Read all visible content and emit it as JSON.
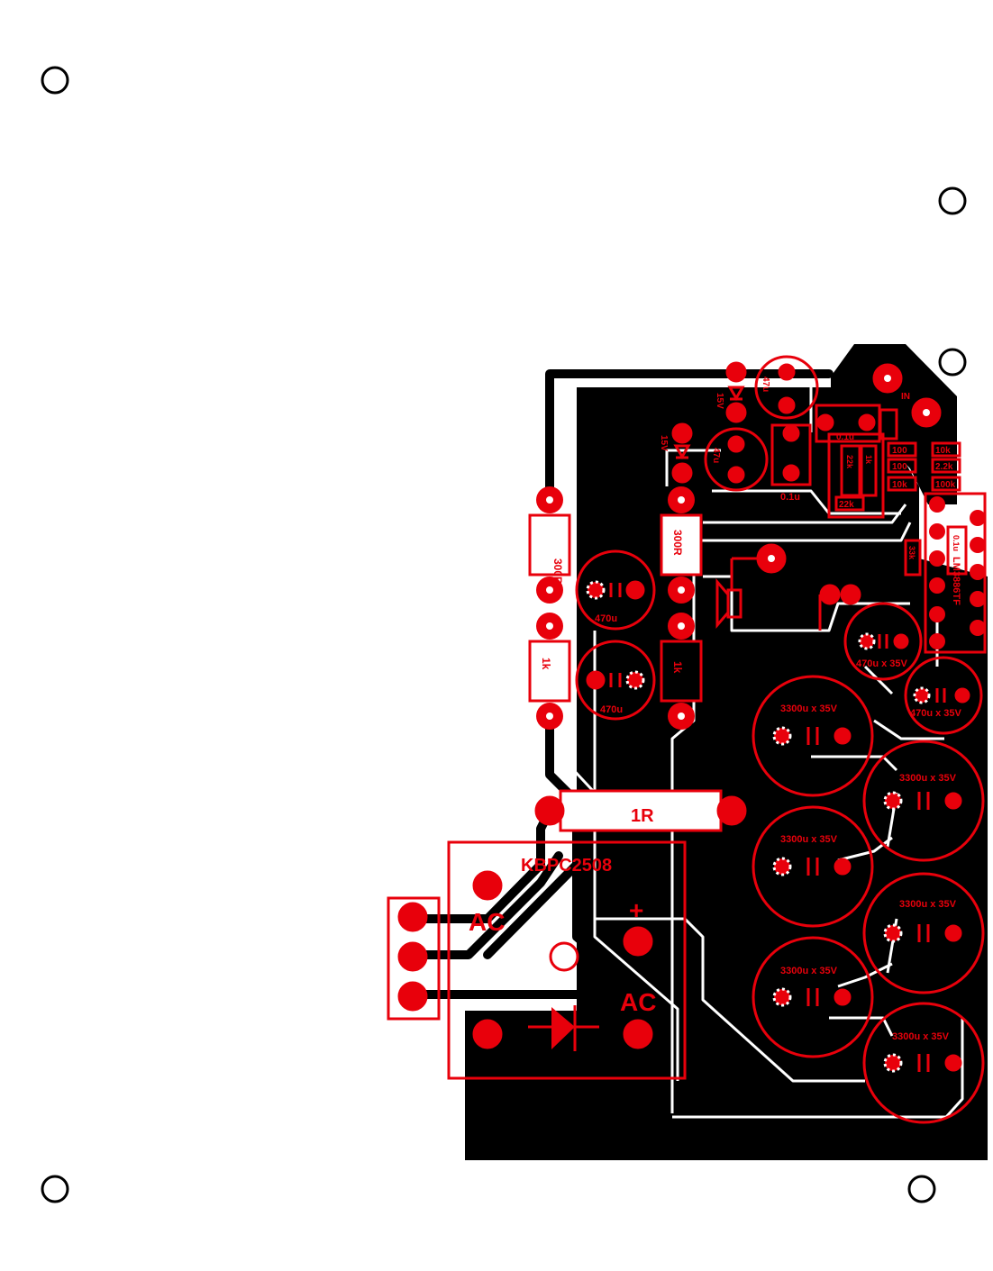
{
  "colors": {
    "background": "#ffffff",
    "copper": "#000000",
    "component": "#e8000b",
    "isolation": "#ffffff",
    "mounting_hole": "#000000"
  },
  "labels": {
    "input": "IN",
    "r_300r": "300R",
    "r_1k": "1k",
    "c_470u": "470u",
    "r_1r": "1R",
    "bridge": "KBPC2508",
    "ac": "AC",
    "plus": "+",
    "c_3300u": "3300u x 35V",
    "c_470u_35v": "470u x 35V",
    "zener_15v": "15V",
    "c_47u": "47u",
    "c_0_1u": "0.1u",
    "r_100r": "100",
    "r_10k": "10k",
    "r_22k": "22k",
    "r_2_2k": "2.2k",
    "r_33k": "33k",
    "r_10k_b": "10k",
    "r_100k": "100k",
    "ic": "LM3886TF",
    "c_0_1u_v": "0.1u",
    "r_1k_v": "1k",
    "r_22k_v": "22k"
  }
}
